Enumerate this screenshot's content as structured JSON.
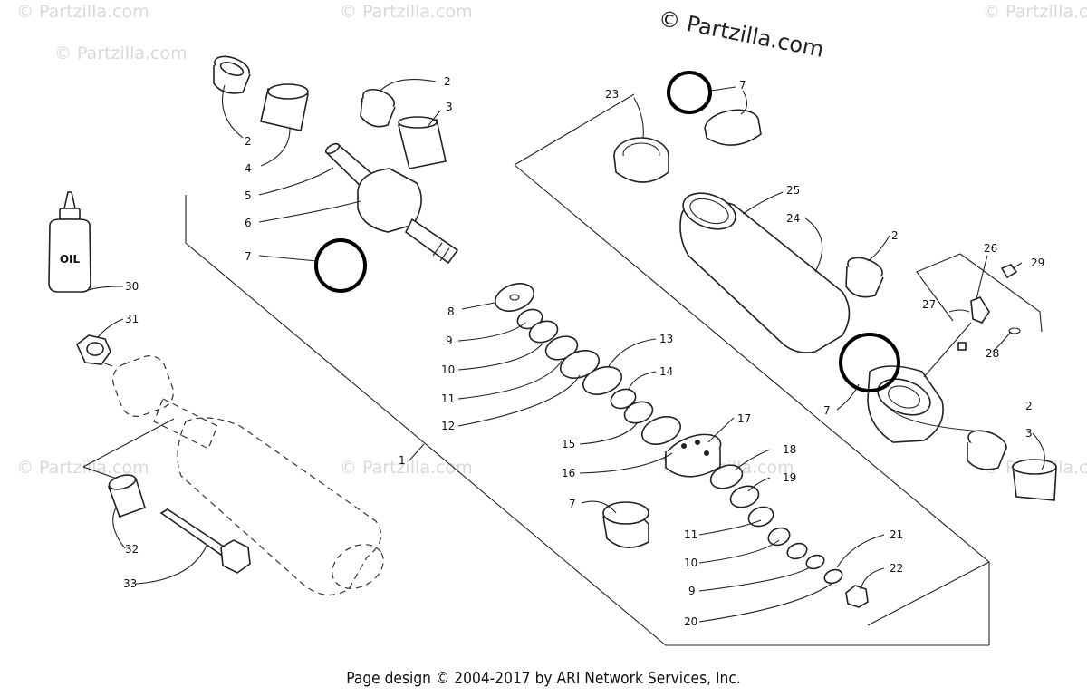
{
  "watermark": "© Partzilla.com",
  "brand_text": "© Partzilla.com",
  "footer_text": "Page design © 2004-2017 by ARI Network Services, Inc.",
  "oil_label": "OIL",
  "callouts": [
    "1",
    "2",
    "3",
    "4",
    "5",
    "6",
    "7",
    "8",
    "9",
    "10",
    "11",
    "12",
    "13",
    "14",
    "15",
    "16",
    "17",
    "18",
    "19",
    "20",
    "21",
    "22",
    "23",
    "24",
    "25",
    "26",
    "27",
    "28",
    "29",
    "30",
    "31",
    "32",
    "33"
  ]
}
